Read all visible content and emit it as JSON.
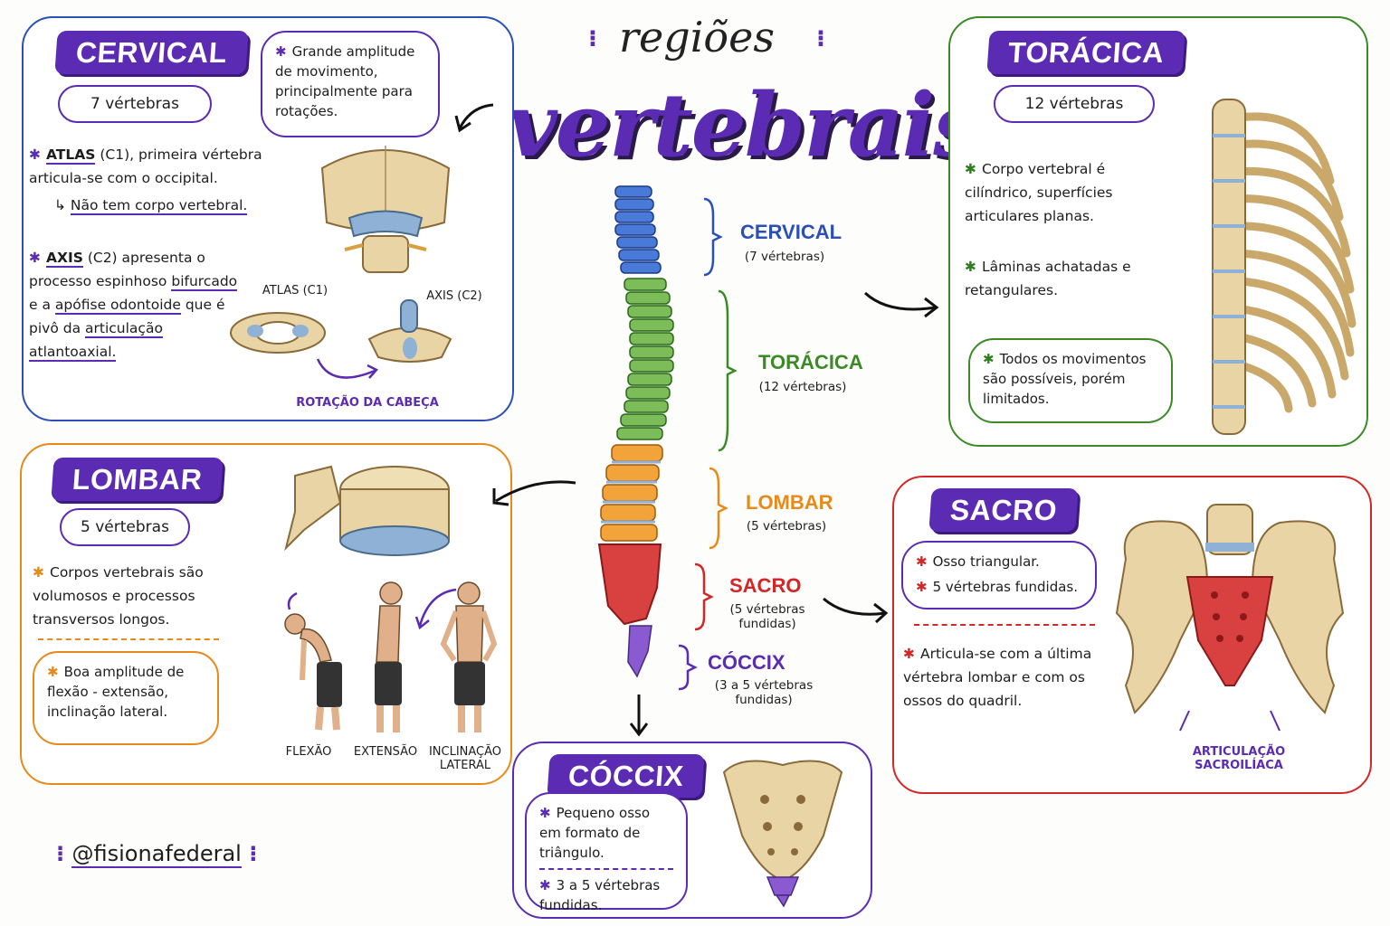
{
  "title": {
    "top": "regiões",
    "main": "vertebrais"
  },
  "handle": "@fisionafederal",
  "colors": {
    "purple": "#5b2bb3",
    "blue": "#2c4fb7",
    "green": "#3b8a26",
    "orange": "#e88a1a",
    "red": "#d32626",
    "bone": "#e8d4a4",
    "disc": "#8fb1d6"
  },
  "cervical": {
    "header": "CERVICAL",
    "count": "7 vértebras",
    "note": "Grande amplitude de movimento, principalmente para rotações.",
    "atlas_name": "ATLAS",
    "atlas_text": "(C1), primeira vértebra articula-se com o occipital.",
    "atlas_sub": "Não tem corpo vertebral.",
    "axis_name": "AXIS",
    "axis_text1": "(C2) apresenta o processo espinhoso",
    "axis_text2": "bifurcado",
    "axis_text3": "e a",
    "axis_text4": "apófise odontoide",
    "axis_text5": "que é pivô da",
    "axis_text6": "articulação atlantoaxial.",
    "cap_atlas": "ATLAS (C1)",
    "cap_axis": "AXIS (C2)",
    "cap_rot": "ROTAÇÃO DA CABEÇA"
  },
  "toracica": {
    "header": "TORÁCICA",
    "count": "12 vértebras",
    "p1": "Corpo vertebral é cilíndrico, superfícies articulares planas.",
    "p2": "Lâminas achatadas e retangulares.",
    "note": "Todos os movimentos são possíveis, porém limitados."
  },
  "lombar": {
    "header": "LOMBAR",
    "count": "5 vértebras",
    "p1": "Corpos vertebrais são volumosos e processos transversos longos.",
    "p2": "Boa amplitude de flexão - extensão, inclinação lateral.",
    "cap_flex": "FLEXÃO",
    "cap_ext": "EXTENSÃO",
    "cap_incl": "INCLINAÇÃO LATERAL"
  },
  "sacro": {
    "header": "SACRO",
    "b1": "Osso triangular.",
    "b2": "5 vértebras fundidas.",
    "p1": "Articula-se com a última vértebra lombar e com os ossos do quadril.",
    "cap": "ARTICULAÇÃO SACROILÍACA"
  },
  "coccix": {
    "header": "CÓCCIX",
    "b1": "Pequeno osso em formato de triângulo.",
    "b2": "3 a 5 vértebras fundidas."
  },
  "spine": {
    "cervical": {
      "label": "CERVICAL",
      "sub": "(7 vértebras)"
    },
    "toracica": {
      "label": "TORÁCICA",
      "sub": "(12 vértebras)"
    },
    "lombar": {
      "label": "LOMBAR",
      "sub": "(5 vértebras)"
    },
    "sacro": {
      "label": "SACRO",
      "sub": "(5 vértebras fundidas)"
    },
    "coccix": {
      "label": "CÓCCIX",
      "sub": "(3 a 5 vértebras fundidas)"
    }
  }
}
